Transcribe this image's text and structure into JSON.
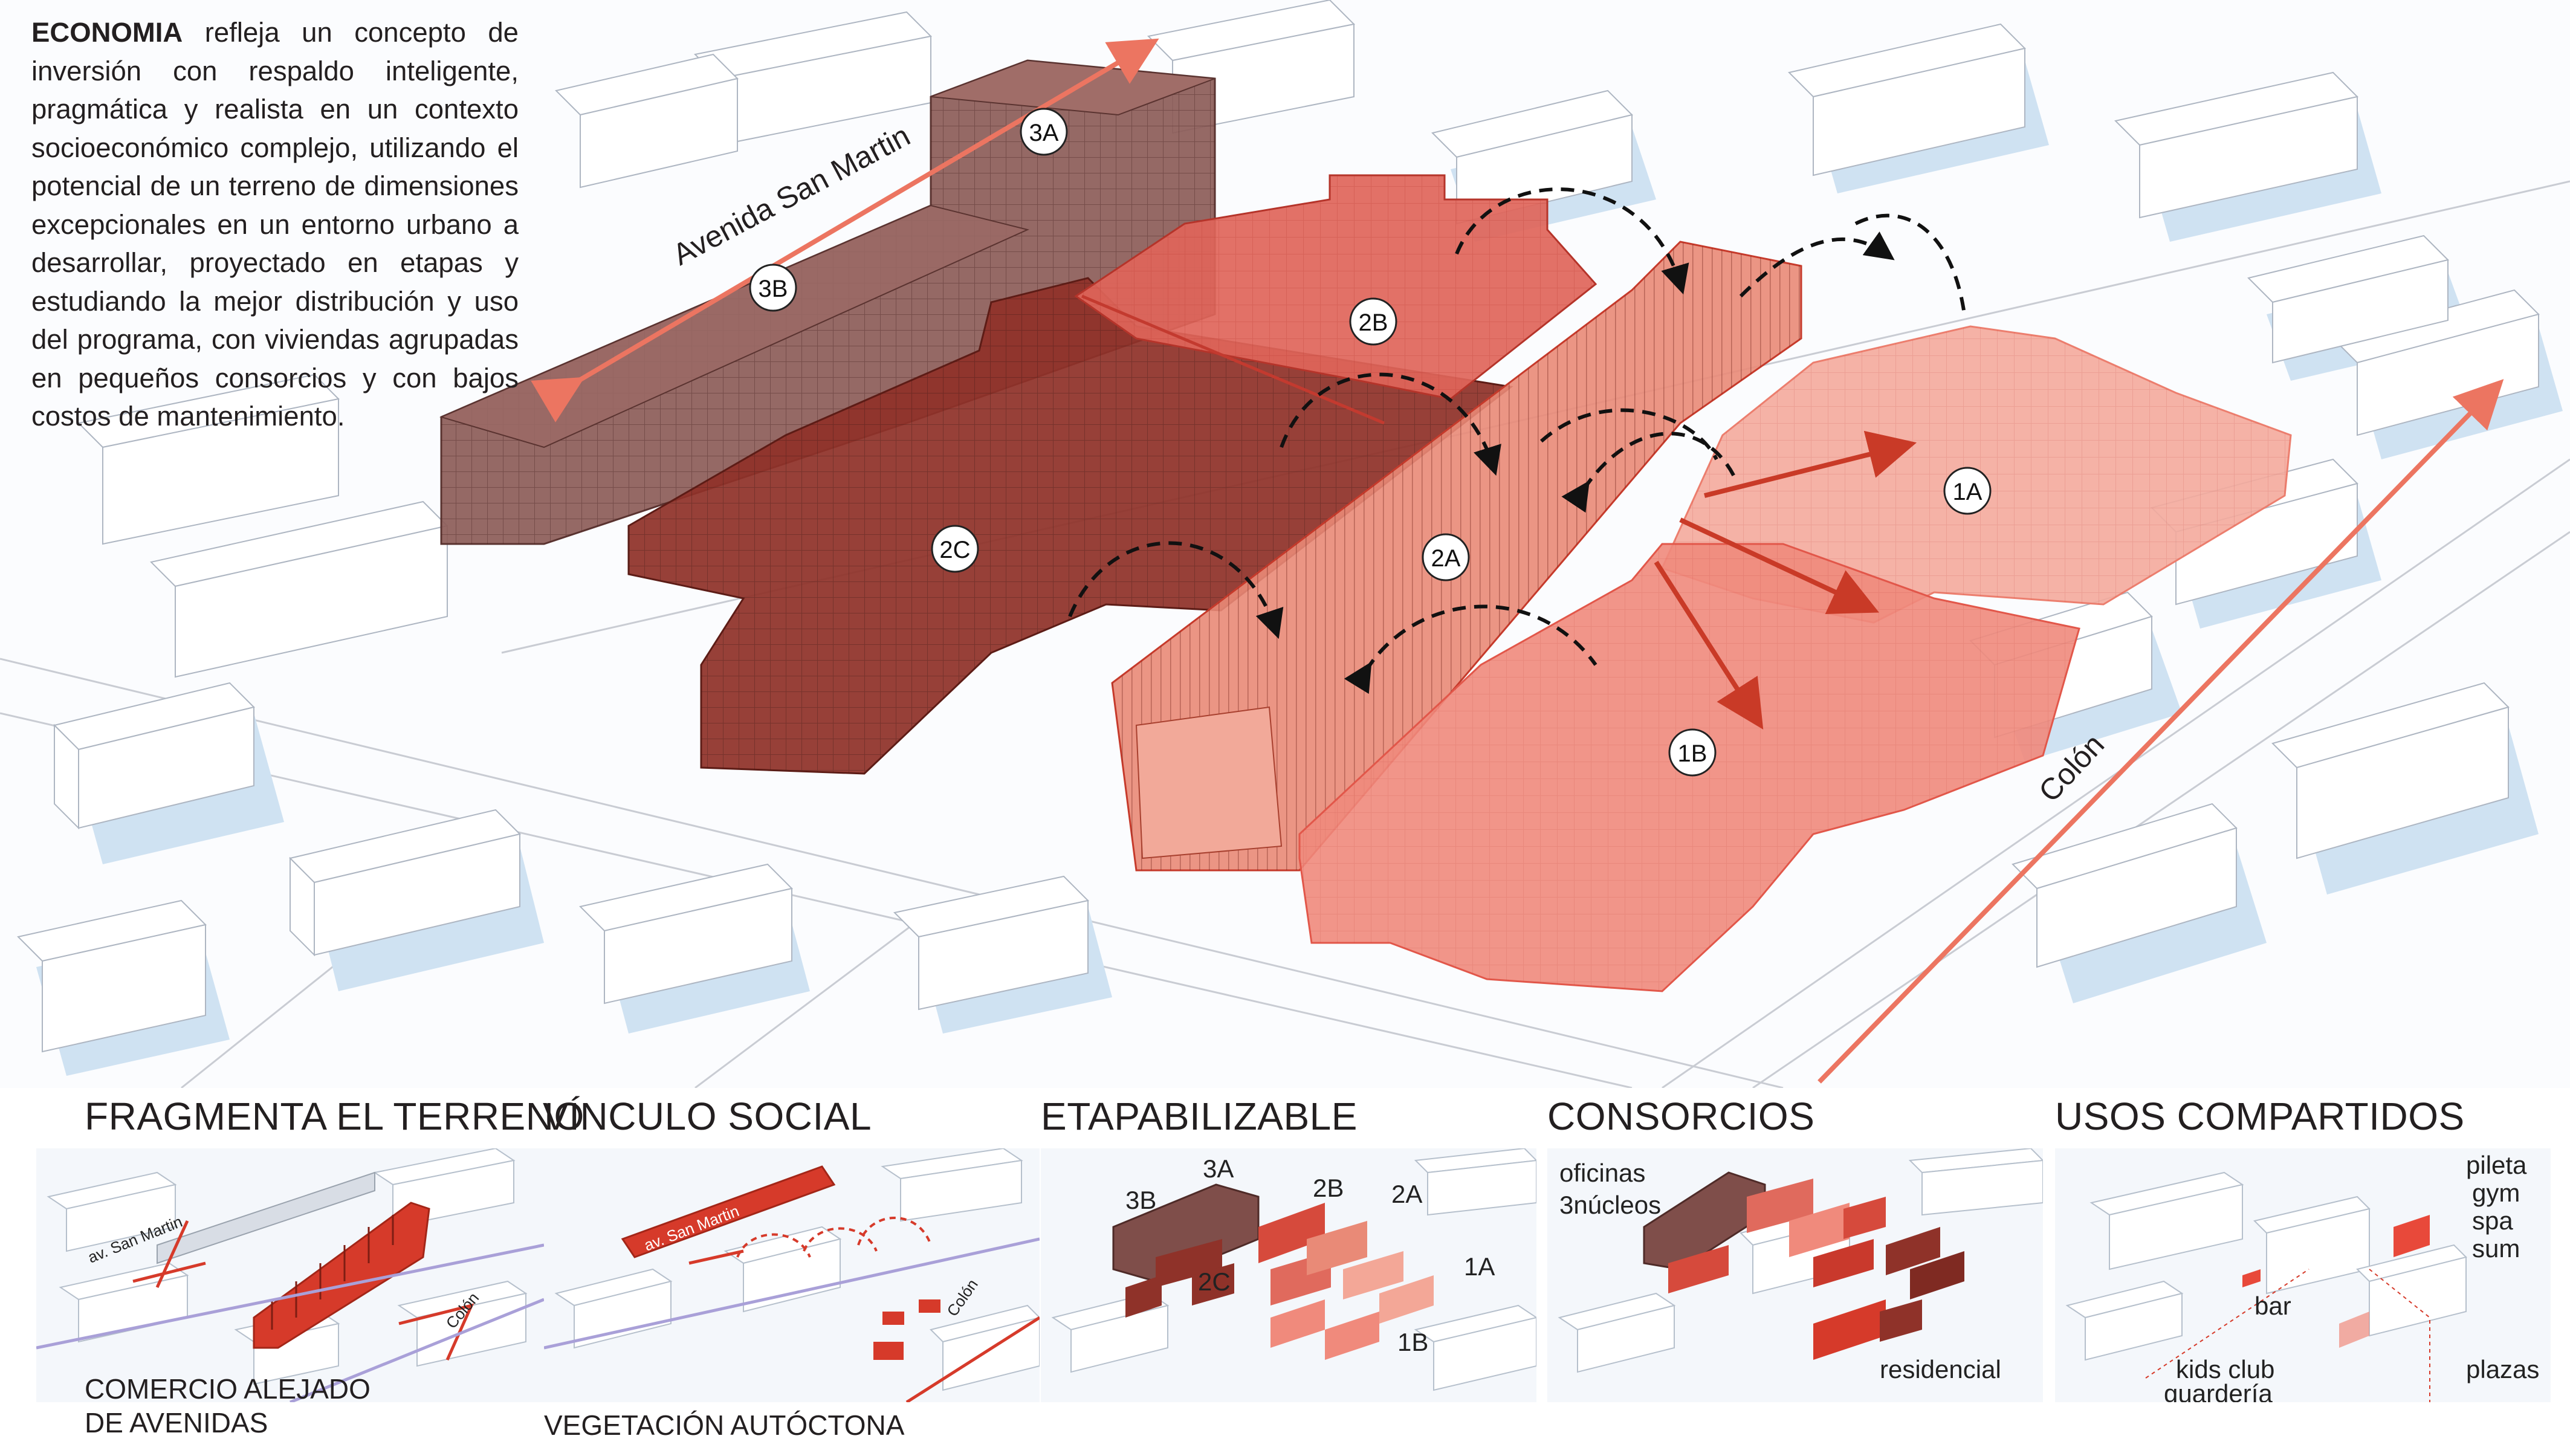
{
  "intro": {
    "bold": "ECONOMIA",
    "text": "refleja un concepto de inversión con respaldo inteligente, pragmática y realista en un contexto socioeconómico complejo, utilizando el potencial de un terreno de dimensiones excepcionales en un entorno urbano a desarrollar, proyectado en etapas y estudiando la mejor distribución y uso del programa, con viviendas agrupadas en pequeños consorcios y con bajos costos de mantenimiento."
  },
  "main": {
    "street_north": "Avenida San Martin",
    "street_east": "Colón",
    "labels": {
      "l3A": "3A",
      "l3B": "3B",
      "l2B": "2B",
      "l2C": "2C",
      "l2A": "2A",
      "l1A": "1A",
      "l1B": "1B"
    }
  },
  "colors": {
    "phase1": "#f08a7c",
    "phase2": "#b5403a",
    "phase2c": "#8e3a33",
    "phase3": "#7f4e4a",
    "arrow": "#d4442f",
    "building": "#ffffff",
    "shadow": "#cfe0ef"
  },
  "panels": [
    {
      "title": "FRAGMENTA EL TERRENO",
      "tag_street1": "av. San Martin",
      "tag_street2": "Colón",
      "caption": [
        "COMERCIO ALEJADO",
        "DE AVENIDAS"
      ]
    },
    {
      "title": "VÍNCULO SOCIAL",
      "tag_street1": "av. San Martin",
      "tag_street2": "Colón",
      "caption": [
        "VEGETACIÓN AUTÓCTONA"
      ]
    },
    {
      "title": "ETAPABILIZABLE",
      "labels": {
        "a": "3A",
        "b": "3B",
        "c": "2B",
        "d": "2A",
        "e": "2C",
        "f": "1A",
        "g": "1B"
      }
    },
    {
      "title": "CONSORCIOS",
      "labels": {
        "a": "oficinas",
        "b": "3núcleos",
        "c": "residencial"
      }
    },
    {
      "title": "USOS COMPARTIDOS",
      "labels": {
        "a": "pileta",
        "b": "gym",
        "c": "spa",
        "d": "sum",
        "e": "bar",
        "f": "kids club",
        "g": "guardería",
        "h": "plazas"
      }
    }
  ]
}
